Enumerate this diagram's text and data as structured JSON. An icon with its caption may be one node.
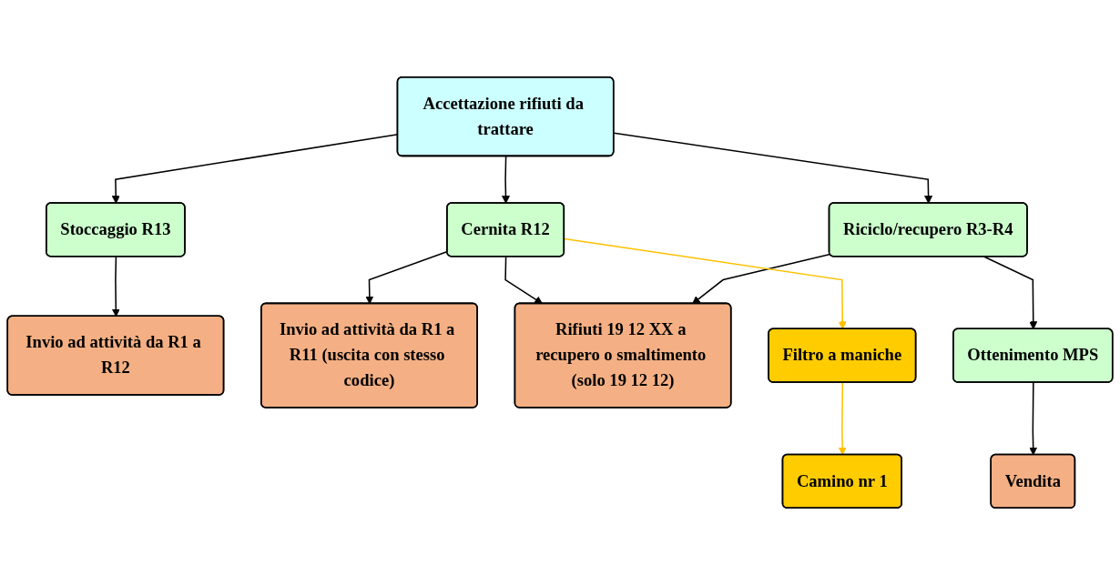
{
  "diagram": {
    "nodes": [
      {
        "text": [
          "Accettazione rifiuti da trattare"
        ]
      },
      {
        "text": [
          "Stoccaggio R13"
        ]
      },
      {
        "text": [
          "Cernita R12"
        ]
      },
      {
        "text": [
          "Riciclo/recupero R3-R4"
        ]
      },
      {
        "text": [
          "Invio ad attività da R1 a R12"
        ]
      },
      {
        "text": [
          "Invio ad attività da R1 a R11 (uscita con stesso codice)"
        ]
      },
      {
        "text": [
          "Rifiuti 19 12 XX a recupero o smaltimento (solo 19 12 12)"
        ]
      },
      {
        "text": [
          "Ottenimento MPS"
        ]
      },
      {
        "text": [
          "Vendita"
        ]
      },
      {
        "text": [
          "Filtro a maniche"
        ]
      },
      {
        "text": [
          "Camino nr 1"
        ]
      }
    ],
    "edges": [
      {
        "from": 0,
        "to": 1,
        "arrow": "to"
      },
      {
        "from": 0,
        "to": 2,
        "arrow": "to"
      },
      {
        "from": 0,
        "to": 3,
        "arrow": "to"
      },
      {
        "from": 1,
        "to": 4,
        "arrow": "to"
      },
      {
        "from": 2,
        "to": 5,
        "arrow": "to"
      },
      {
        "from": 2,
        "to": 6,
        "arrow": "to"
      },
      {
        "from": 3,
        "to": 6,
        "arrow": "to"
      },
      {
        "from": 3,
        "to": 7,
        "arrow": "to"
      },
      {
        "from": 7,
        "to": 8,
        "arrow": "to"
      },
      {
        "from": 2,
        "to": 9,
        "arrow": "to",
        "color": "#ffc000"
      },
      {
        "from": 9,
        "to": 10,
        "arrow": "to",
        "color": "#ffc000"
      }
    ]
  }
}
